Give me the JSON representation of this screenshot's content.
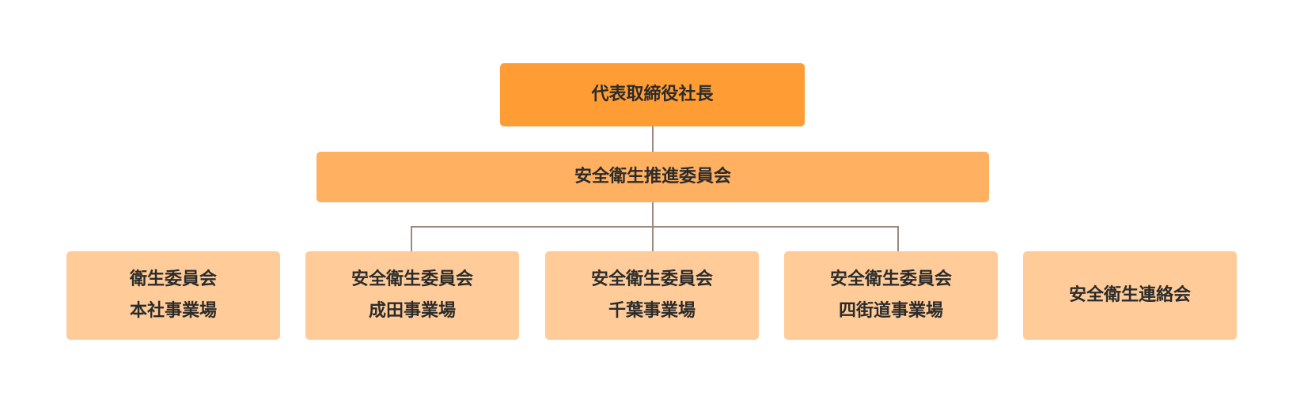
{
  "org": {
    "top": {
      "label": "代表取締役社長",
      "color": "#ff9c33"
    },
    "committee": {
      "label": "安全衛生推進委員会",
      "color": "#ffb060"
    },
    "units": [
      {
        "line1": "衛生委員会",
        "line2": "本社事業場"
      },
      {
        "line1": "安全衛生委員会",
        "line2": "成田事業場"
      },
      {
        "line1": "安全衛生委員会",
        "line2": "千葉事業場"
      },
      {
        "line1": "安全衛生委員会",
        "line2": "四街道事業場"
      },
      {
        "line1": "安全衛生連絡会"
      }
    ],
    "unit_color": "#ffcc99",
    "connector_color": "#9c8a80"
  }
}
